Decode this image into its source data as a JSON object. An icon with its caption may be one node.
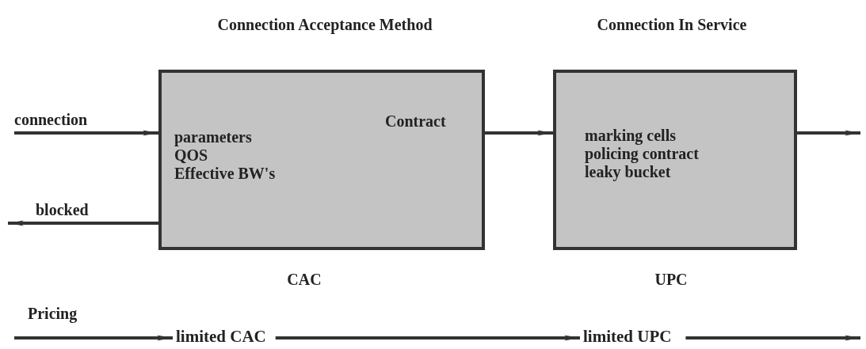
{
  "diagram": {
    "nodes": [
      {
        "text": [
          "Connection Acceptance Method",
          "Contract",
          "parameters",
          "QOS",
          "Effective BW's"
        ],
        "beside": [
          "CAC"
        ]
      },
      {
        "text": [
          "Connection In Service",
          "marking cells",
          "policing contract",
          "leaky bucket"
        ],
        "beside": [
          "UPC"
        ]
      },
      {
        "text": [
          "limited CAC"
        ]
      },
      {
        "text": [
          "limited UPC"
        ]
      }
    ],
    "edges": [
      {
        "from": null,
        "to": 0,
        "arrow": "to",
        "label": "connection"
      },
      {
        "from": 0,
        "to": null,
        "arrow": "to",
        "label": "blocked"
      },
      {
        "from": 0,
        "to": 1,
        "arrow": "to"
      },
      {
        "from": 1,
        "to": null,
        "arrow": "to"
      },
      {
        "from": null,
        "to": 2,
        "arrow": "to"
      },
      {
        "from": 2,
        "to": 3,
        "arrow": "to"
      },
      {
        "from": 3,
        "to": null,
        "arrow": "to"
      }
    ],
    "labels": [
      "Pricing"
    ]
  }
}
